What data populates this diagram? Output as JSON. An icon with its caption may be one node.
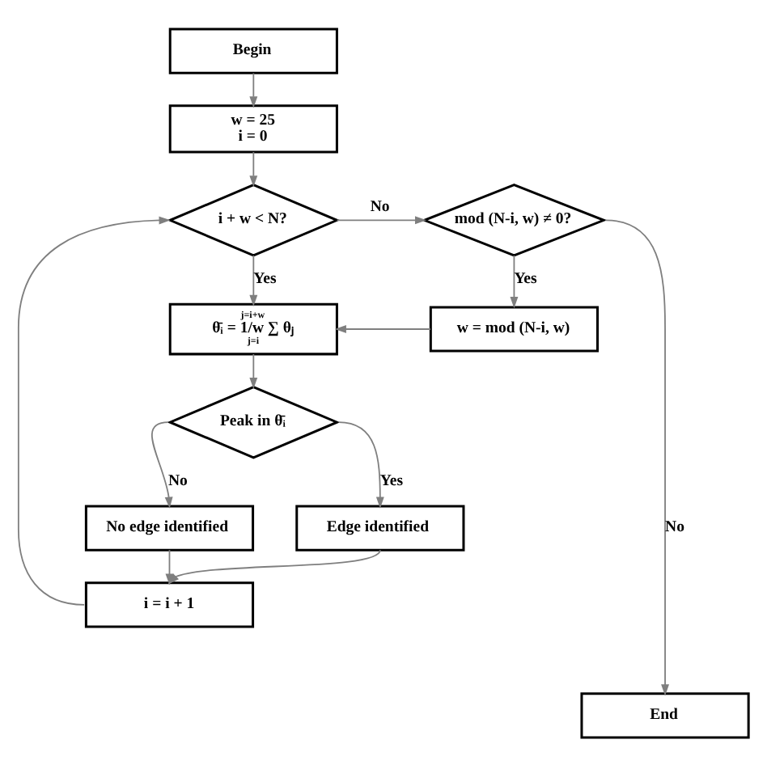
{
  "diagram": {
    "nodes": [
      {
        "text": [
          "Begin"
        ]
      },
      {
        "text": [
          "w = 25",
          "i = 0"
        ]
      },
      {
        "text": [
          "i + w < N?"
        ]
      },
      {
        "text": [
          "mod (N-i, w) ≠ 0?"
        ]
      },
      {
        "text": [
          "j=i+w",
          "θ̄ᵢ = 1/w ∑ θⱼ",
          "j=i"
        ]
      },
      {
        "text": [
          "w = mod (N-i, w)"
        ]
      },
      {
        "text": [
          "Peak in θ̄ᵢ"
        ]
      },
      {
        "text": [
          "No edge identified"
        ]
      },
      {
        "text": [
          "Edge identified"
        ]
      },
      {
        "text": [
          "i = i + 1"
        ]
      },
      {
        "text": [
          "End"
        ]
      }
    ],
    "edges": [
      {
        "from": 0,
        "to": 1,
        "arrow": "to"
      },
      {
        "from": 1,
        "to": 2,
        "arrow": "to"
      },
      {
        "from": 2,
        "to": 3,
        "arrow": "to",
        "label": "No"
      },
      {
        "from": 2,
        "to": 4,
        "arrow": "to",
        "label": "Yes"
      },
      {
        "from": 3,
        "to": 5,
        "arrow": "to",
        "label": "Yes"
      },
      {
        "from": 3,
        "to": 10,
        "arrow": "to",
        "label": "No"
      },
      {
        "from": 5,
        "to": 4,
        "arrow": "to"
      },
      {
        "from": 4,
        "to": 6,
        "arrow": "to"
      },
      {
        "from": 6,
        "to": 7,
        "arrow": "to",
        "label": "No"
      },
      {
        "from": 6,
        "to": 8,
        "arrow": "to",
        "label": "Yes"
      },
      {
        "from": 7,
        "to": 9,
        "arrow": "to"
      },
      {
        "from": 8,
        "to": 9,
        "arrow": "to"
      },
      {
        "from": 9,
        "to": 2,
        "arrow": "to"
      }
    ]
  }
}
